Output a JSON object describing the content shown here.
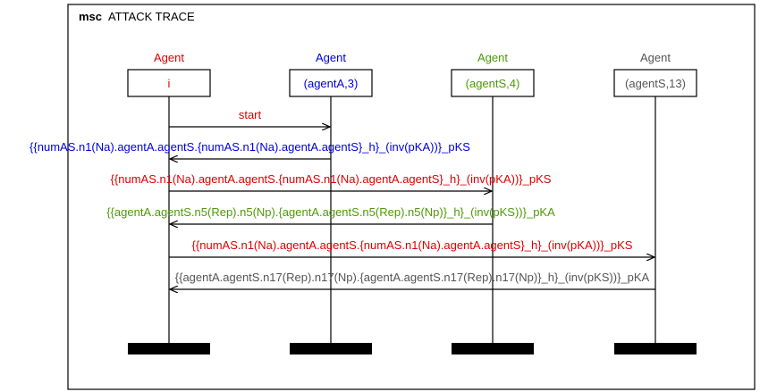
{
  "frame": {
    "keyword": "msc",
    "title": "ATTACK TRACE"
  },
  "agents": [
    {
      "role": "Agent",
      "name": "i",
      "color": "#dd0000"
    },
    {
      "role": "Agent",
      "name": "(agentA,3)",
      "color": "#0000dd"
    },
    {
      "role": "Agent",
      "name": "(agentS,4)",
      "color": "#4e9a06"
    },
    {
      "role": "Agent",
      "name": "(agentS,13)",
      "color": "#555555"
    }
  ],
  "messages": [
    {
      "from": 0,
      "to": 1,
      "color": "#dd0000",
      "text": "start"
    },
    {
      "from": 1,
      "to": 0,
      "color": "#0000dd",
      "text": "{{numAS.n1(Na).agentA.agentS.{numAS.n1(Na).agentA.agentS}_h}_(inv(pKA))}_pKS"
    },
    {
      "from": 0,
      "to": 2,
      "color": "#dd0000",
      "text": "{{numAS.n1(Na).agentA.agentS.{numAS.n1(Na).agentA.agentS}_h}_(inv(pKA))}_pKS"
    },
    {
      "from": 2,
      "to": 0,
      "color": "#4e9a06",
      "text": "{{agentA.agentS.n5(Rep).n5(Np).{agentA.agentS.n5(Rep).n5(Np)}_h}_(inv(pKS))}_pKA"
    },
    {
      "from": 0,
      "to": 3,
      "color": "#dd0000",
      "text": "{{numAS.n1(Na).agentA.agentS.{numAS.n1(Na).agentA.agentS}_h}_(inv(pKA))}_pKS"
    },
    {
      "from": 3,
      "to": 0,
      "color": "#555555",
      "text": "{{agentA.agentS.n17(Rep).n17(Np).{agentA.agentS.n17(Rep).n17(Np)}_h}_(inv(pKS))}_pKA"
    }
  ]
}
